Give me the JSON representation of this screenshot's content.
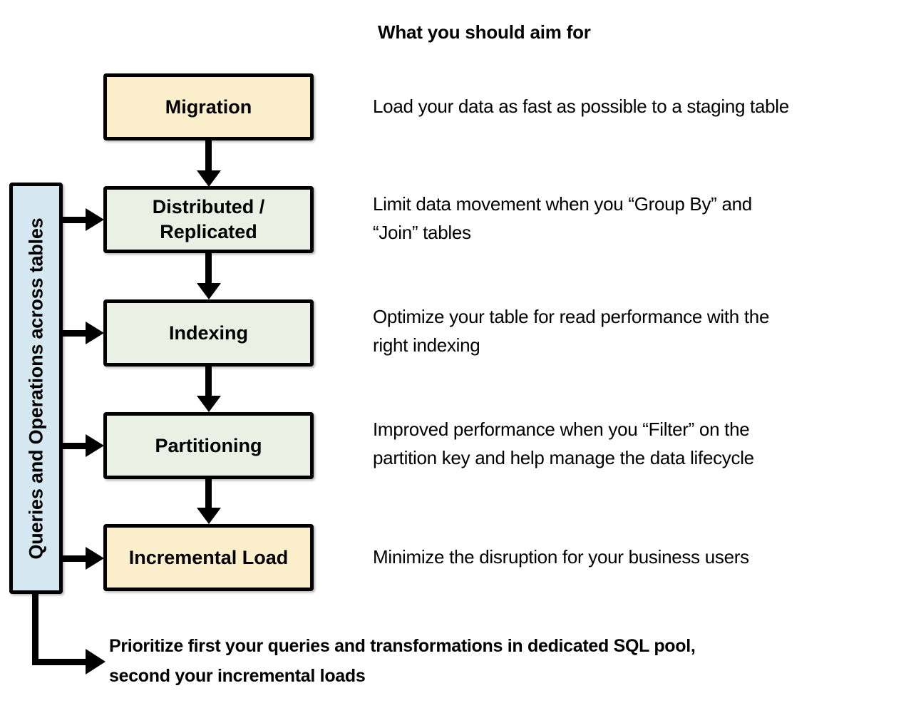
{
  "heading": "What you should aim for",
  "sidebar": {
    "label": "Queries and Operations across tables"
  },
  "flow_boxes": [
    {
      "label": "Migration",
      "type": "milestone"
    },
    {
      "label": "Distributed / Replicated",
      "type": "stage"
    },
    {
      "label": "Indexing",
      "type": "stage"
    },
    {
      "label": "Partitioning",
      "type": "stage"
    },
    {
      "label": "Incremental Load",
      "type": "milestone"
    }
  ],
  "descriptions": [
    {
      "lines": [
        "Load your data as fast as possible to a staging table"
      ]
    },
    {
      "lines": [
        "Limit data movement when you “Group By” and",
        "“Join” tables"
      ]
    },
    {
      "lines": [
        "Optimize your table for read performance with the",
        "right indexing"
      ]
    },
    {
      "lines": [
        "Improved performance when you “Filter” on the",
        "partition key and help manage the data lifecycle"
      ]
    },
    {
      "lines": [
        "Minimize the disruption for your business users"
      ]
    }
  ],
  "footer_note": {
    "lines": [
      "Prioritize first your queries and transformations in dedicated SQL pool,",
      "second your incremental loads"
    ]
  },
  "colors": {
    "milestone-fill": "#FAEECB",
    "stage-fill": "#EAF0E3",
    "bar-fill": "#D5E8F2",
    "line": "#000000",
    "text": "#000000"
  }
}
